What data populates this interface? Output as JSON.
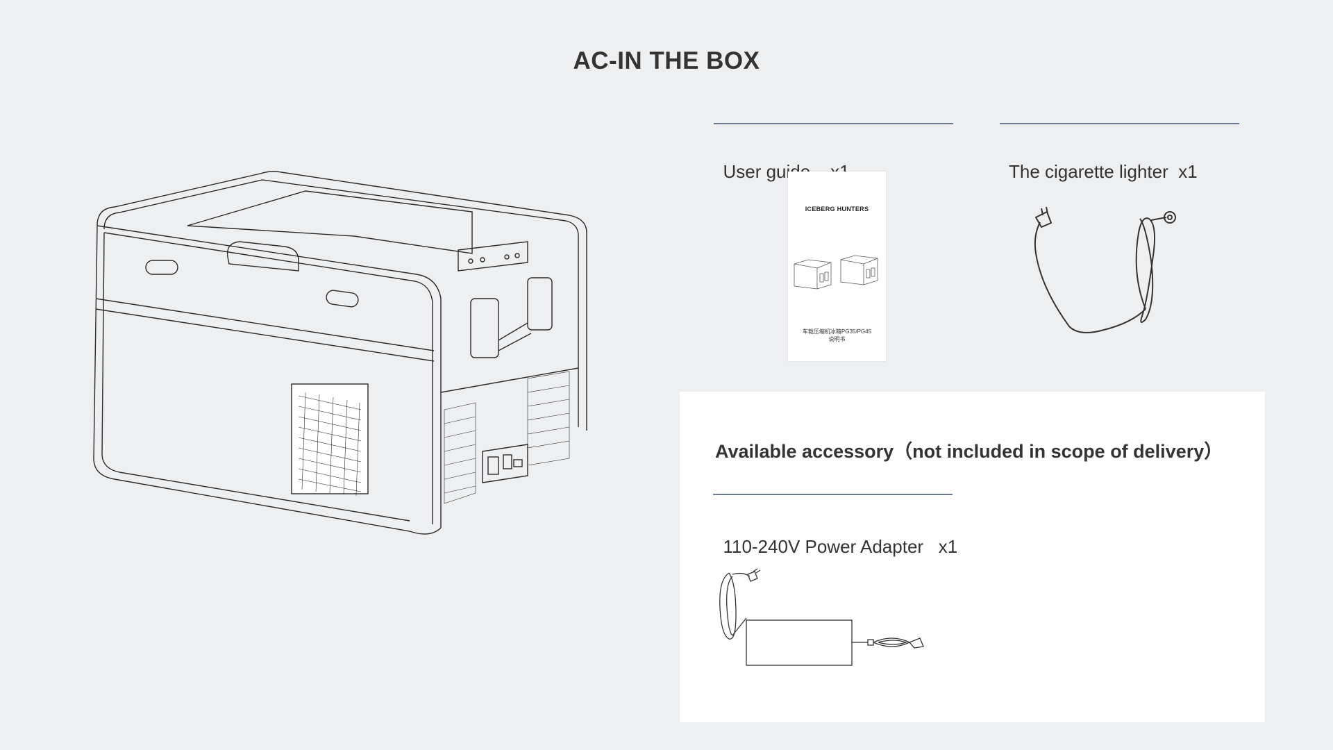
{
  "page": {
    "title": "AC-IN THE BOX"
  },
  "box_items": [
    {
      "label": "User guide",
      "qty": "x1"
    },
    {
      "label": "The cigarette lighter",
      "qty": "x1"
    }
  ],
  "booklet": {
    "brand": "ICEBERG HUNTERS",
    "subtitle_line1": "车载压缩机冰箱PG35/PG45",
    "subtitle_line2": "说明书"
  },
  "accessory": {
    "heading": "Available accessory（not included in scope of delivery）",
    "item_label": "110-240V Power Adapter",
    "item_qty": "x1"
  },
  "icons": [
    "fridge-illustration",
    "booklet-image",
    "cigarette-lighter-cord-image",
    "power-adapter-image"
  ],
  "colors": {
    "background": "#eeeff1",
    "panel": "#ffffff",
    "rule": "#6b7a92",
    "text": "#333333"
  }
}
